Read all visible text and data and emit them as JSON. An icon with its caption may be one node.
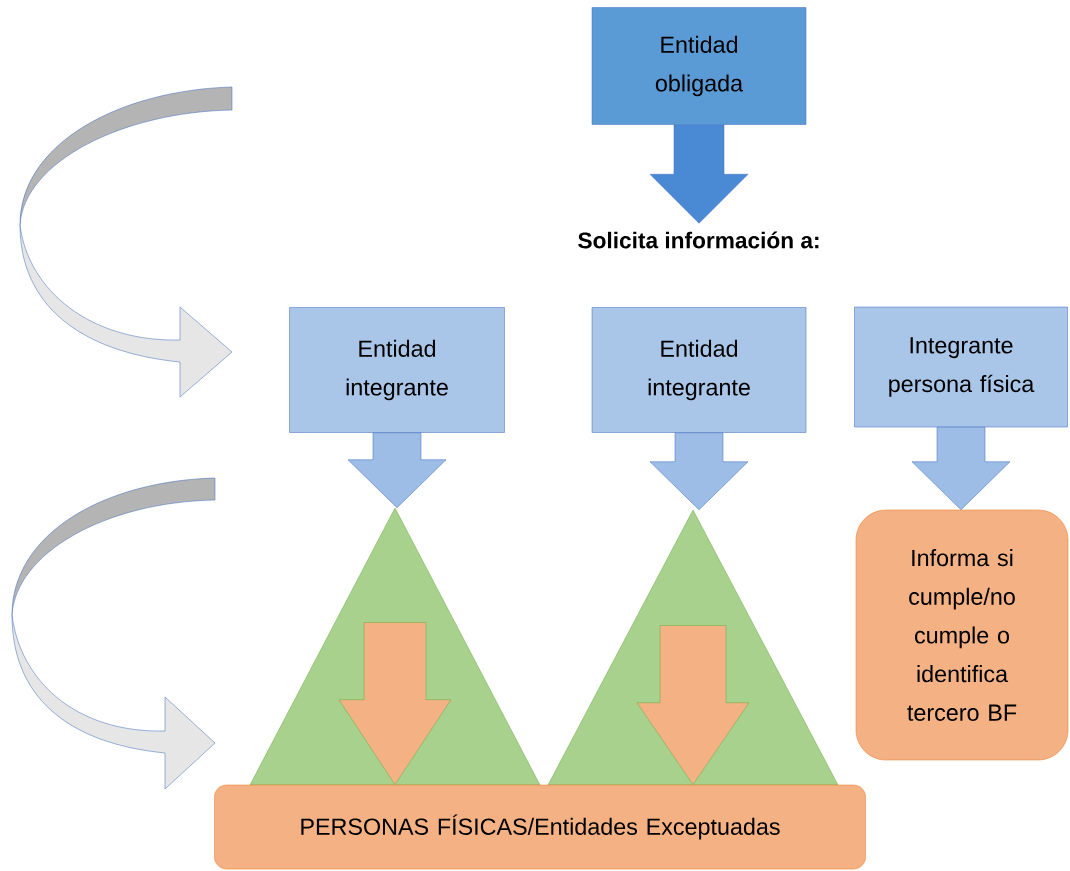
{
  "diagram": {
    "nodes": [
      {
        "text": [
          "Entidad obligada"
        ]
      },
      {
        "text": [
          "Solicita información a:"
        ]
      },
      {
        "text": [
          "Entidad integrante"
        ]
      },
      {
        "text": [
          "Entidad integrante"
        ]
      },
      {
        "text": [
          "Integrante persona física"
        ]
      },
      {
        "text": [],
        "shape": "triangle"
      },
      {
        "text": [],
        "shape": "triangle"
      },
      {
        "text": [
          "Informa si cumple/no cumple o identifica tercero BF"
        ]
      },
      {
        "text": [
          "PERSONAS FÍSICAS/Entidades Exceptuadas"
        ]
      }
    ],
    "edges": [
      {
        "from": 0,
        "to": 1,
        "arrow": "to",
        "color": "#4a8ad4"
      },
      {
        "from": 2,
        "to": 5,
        "arrow": "to"
      },
      {
        "from": 3,
        "to": 6,
        "arrow": "to"
      },
      {
        "from": 4,
        "to": 7,
        "arrow": "to"
      },
      {
        "from": 5,
        "to": 8,
        "arrow": "to",
        "color": "#f4b183"
      },
      {
        "from": 6,
        "to": 8,
        "arrow": "to",
        "color": "#f4b183"
      }
    ]
  }
}
